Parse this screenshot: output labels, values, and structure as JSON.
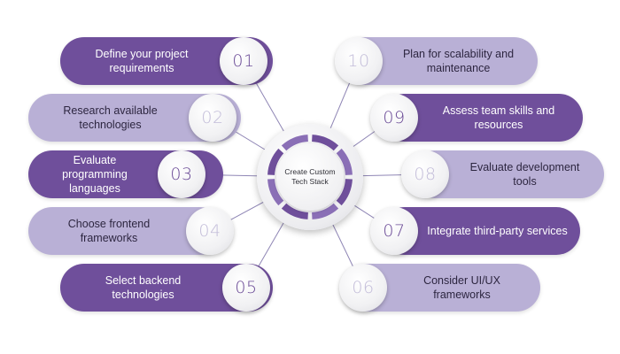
{
  "center": {
    "title": "Create Custom Tech Stack"
  },
  "colors": {
    "dark": "#6f4f9b",
    "light": "#b9b0d6",
    "connector": "#8f86b5"
  },
  "left_items": [
    {
      "num": "01",
      "label": "Define your project requirements",
      "tone": "dark"
    },
    {
      "num": "02",
      "label": "Research available technologies",
      "tone": "light"
    },
    {
      "num": "03",
      "label": "Evaluate programming languages",
      "tone": "dark"
    },
    {
      "num": "04",
      "label": "Choose frontend frameworks",
      "tone": "light"
    },
    {
      "num": "05",
      "label": "Select backend technologies",
      "tone": "dark"
    }
  ],
  "right_items": [
    {
      "num": "10",
      "label": "Plan for scalability and maintenance",
      "tone": "light"
    },
    {
      "num": "09",
      "label": "Assess team skills and resources",
      "tone": "dark"
    },
    {
      "num": "08",
      "label": "Evaluate development tools",
      "tone": "light"
    },
    {
      "num": "07",
      "label": "Integrate third-party services",
      "tone": "dark"
    },
    {
      "num": "06",
      "label": "Consider UI/UX frameworks",
      "tone": "light"
    }
  ]
}
